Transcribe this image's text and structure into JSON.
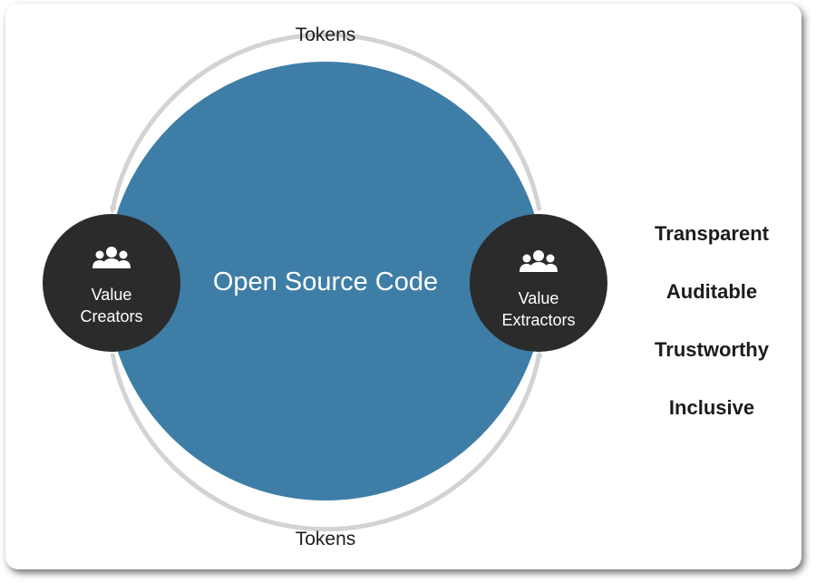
{
  "diagram": {
    "top_label": "Tokens",
    "bottom_label": "Tokens",
    "center_label": "Open Source Code",
    "left_node": {
      "icon": "group-icon",
      "line1": "Value",
      "line2": "Creators"
    },
    "right_node": {
      "icon": "group-icon",
      "line1": "Value",
      "line2": "Extractors"
    },
    "properties": [
      "Transparent",
      "Auditable",
      "Trustworthy",
      "Inclusive"
    ]
  },
  "colors": {
    "main_circle": "#3e7ea6",
    "node_circle": "#2b2b2b",
    "arrow": "#d3d3d3",
    "text_dark": "#1c1c1c",
    "text_light": "#ffffff"
  }
}
